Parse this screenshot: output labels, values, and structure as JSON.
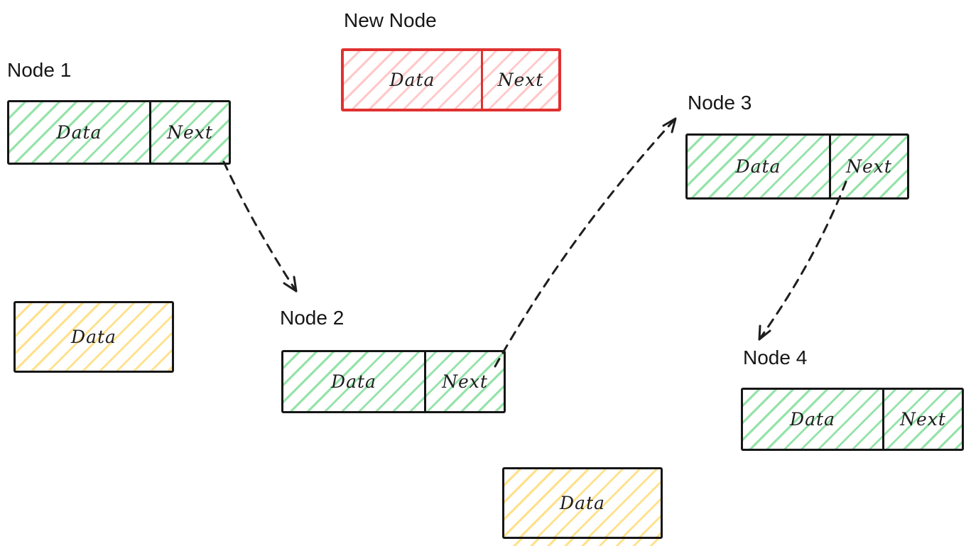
{
  "diagram": {
    "description": "Hand-drawn linked list diagram showing node insertion",
    "nodes": [
      {
        "id": "new-node",
        "label": "New Node",
        "color_scheme": "red",
        "cells": [
          "Data",
          "Next"
        ]
      },
      {
        "id": "node-1",
        "label": "Node 1",
        "color_scheme": "green",
        "cells": [
          "Data",
          "Next"
        ]
      },
      {
        "id": "node-2",
        "label": "Node 2",
        "color_scheme": "green",
        "cells": [
          "Data",
          "Next"
        ]
      },
      {
        "id": "node-3",
        "label": "Node 3",
        "color_scheme": "green",
        "cells": [
          "Data",
          "Next"
        ]
      },
      {
        "id": "node-4",
        "label": "Node 4",
        "color_scheme": "green",
        "cells": [
          "Data",
          "Next"
        ]
      },
      {
        "id": "unlinked-data-left",
        "label": "",
        "color_scheme": "yellow",
        "cells": [
          "Data"
        ]
      },
      {
        "id": "unlinked-data-bottom",
        "label": "",
        "color_scheme": "yellow",
        "cells": [
          "Data"
        ]
      }
    ],
    "edges": [
      {
        "from": "node-1",
        "from_cell": "Next",
        "to": "node-2",
        "style": "dashed-arrow"
      },
      {
        "from": "node-2",
        "from_cell": "Next",
        "to": "node-3",
        "style": "dashed-arrow"
      },
      {
        "from": "node-3",
        "from_cell": "Next",
        "to": "node-4",
        "style": "dashed-arrow"
      }
    ],
    "colors": {
      "green_hatch": "#94e3a8",
      "red_hatch": "#ffc9c9",
      "yellow_hatch": "#ffe18a",
      "red_border": "#e03131",
      "ink": "#1e1e1e",
      "outline": "#161616"
    }
  }
}
